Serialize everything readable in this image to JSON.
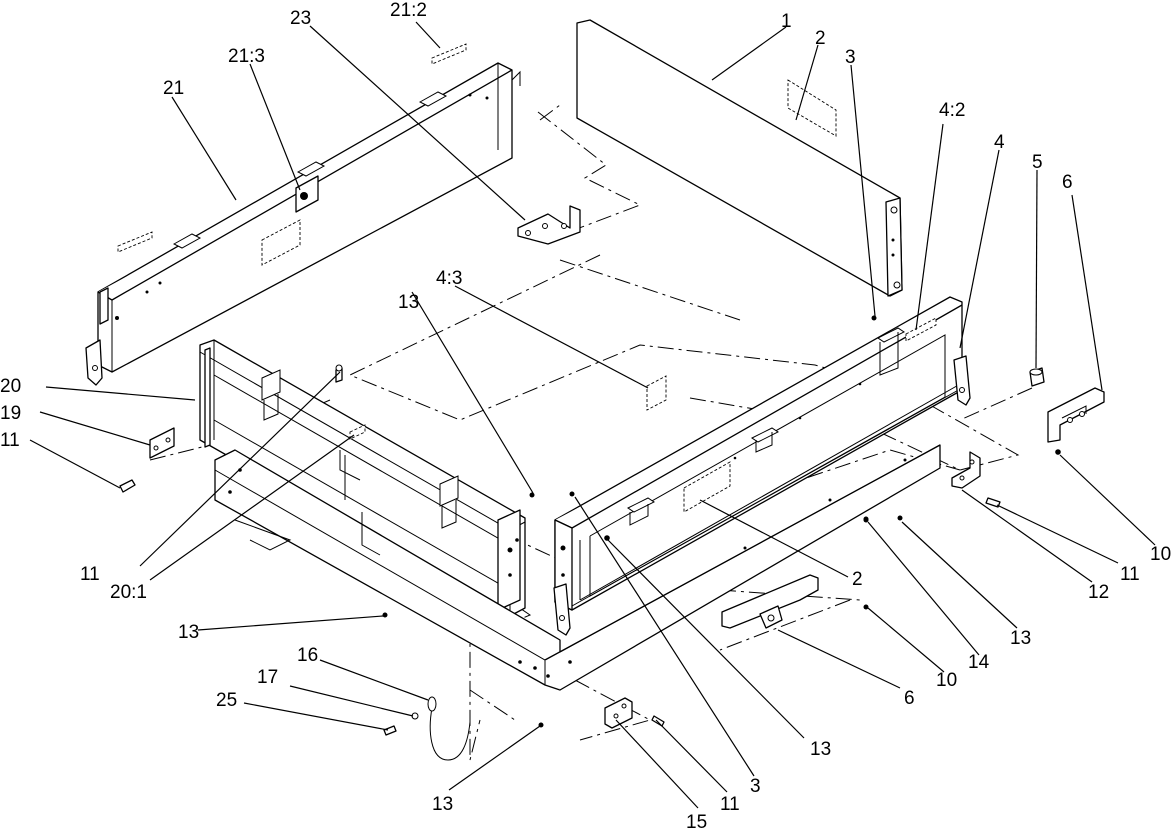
{
  "callouts": {
    "c1": "1",
    "c2a": "2",
    "c2b": "2",
    "c3a": "3",
    "c3b": "3",
    "c4": "4",
    "c4_2": "4:2",
    "c4_3": "4:3",
    "c5": "5",
    "c6a": "6",
    "c6b": "6",
    "c10a": "10",
    "c10b": "10",
    "c11a": "11",
    "c11b": "11",
    "c11c": "11",
    "c11d": "11",
    "c12": "12",
    "c13a": "13",
    "c13b": "13",
    "c13c": "13",
    "c13d": "13",
    "c13e": "13",
    "c14": "14",
    "c15": "15",
    "c16": "16",
    "c17": "17",
    "c19": "19",
    "c20": "20",
    "c20_1": "20:1",
    "c21": "21",
    "c21_2": "21:2",
    "c21_3": "21:3",
    "c23": "23",
    "c25": "25"
  }
}
